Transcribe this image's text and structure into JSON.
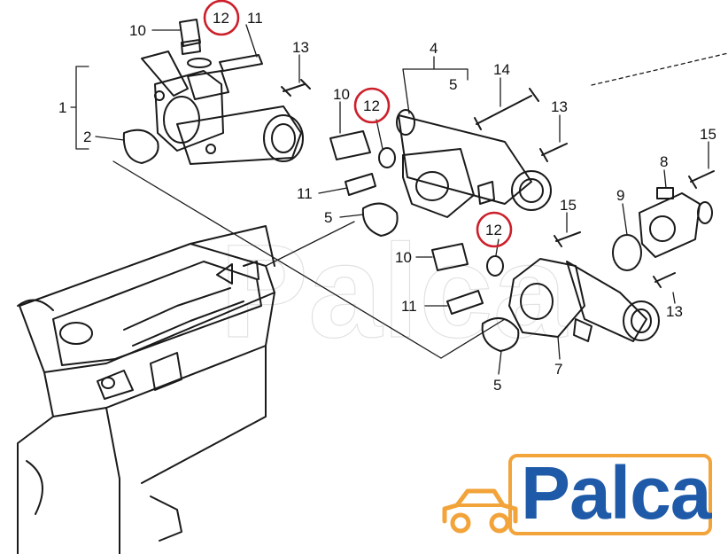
{
  "callouts": {
    "c1": "1",
    "c2": "2",
    "c4": "4",
    "c5a": "5",
    "c5b": "5",
    "c5c": "5",
    "c7": "7",
    "c8": "8",
    "c9": "9",
    "c10a": "10",
    "c10b": "10",
    "c10c": "10",
    "c11a": "11",
    "c11b": "11",
    "c11c": "11",
    "c12a": "12",
    "c12b": "12",
    "c12c": "12",
    "c13a": "13",
    "c13b": "13",
    "c13c": "13",
    "c14": "14",
    "c15a": "15",
    "c15b": "15"
  },
  "highlight_color": "#cc1f2a",
  "watermark": "Palca",
  "logo": {
    "text": "Palca",
    "text_color": "#1e5aa8",
    "accent_color": "#f2a33a",
    "icon": "car-icon"
  }
}
